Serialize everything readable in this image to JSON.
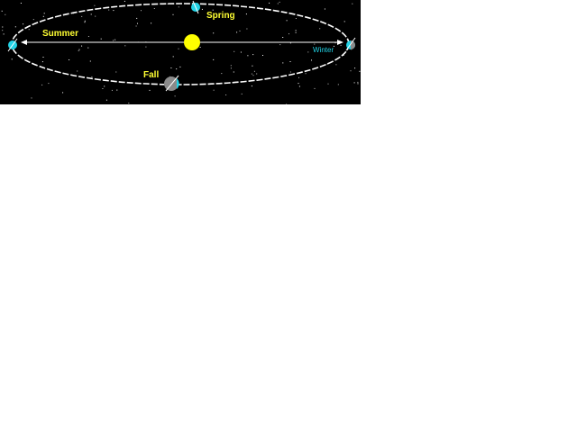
{
  "diagram": {
    "background_color": "#000000",
    "orbit_color": "#ffffff",
    "sun_color": "#ffff00",
    "earth_color": "#22d3e6",
    "fall_earth_color": "#8a8a8a",
    "sun_label": "",
    "labels": {
      "spring": "Spring",
      "summer": "Summer",
      "fall": "Fall",
      "winter": "Winter"
    },
    "label_colors": {
      "spring": "#ffff33",
      "summer": "#ffff33",
      "fall": "#ffff33",
      "winter": "#22d3e6"
    }
  }
}
